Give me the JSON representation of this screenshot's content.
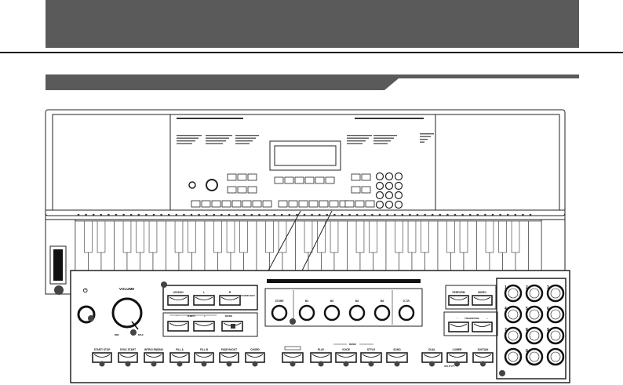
{
  "panel": {
    "volume_label": "VOLUME",
    "vol_min": "MIN",
    "vol_max": "MAX",
    "lesson_buttons": [
      "LESSON",
      "L",
      "R"
    ],
    "chord_dict": "CHORD DICT.",
    "tempo_label": "TEMPO",
    "tempo_minus": "−",
    "tempo_plus": "+",
    "mode_label": "MODE",
    "bottom_left": [
      "START/ STOP",
      "SYNC START",
      "INTRO/ ENDING",
      "FILL A",
      "FILL B",
      "FADE IN/OUT",
      "CHORD"
    ],
    "store": "STORE",
    "memory": [
      "M1",
      "M2",
      "M3",
      "M4"
    ],
    "otr": "O.T.R.",
    "play_row": [
      "",
      "PLAY",
      "VOICE",
      "STYLE",
      "SONG"
    ],
    "demo_label": "DEMO",
    "right_top": [
      "PERFORM",
      "MICRO"
    ],
    "transpose_label": "TRANSPOSE",
    "transpose_minus": "−",
    "transpose_plus": "+",
    "right_bottom": [
      "DUAL",
      "LOWER",
      "SUSTAIN"
    ],
    "split_pt": "SPLIT PT.",
    "numpad": [
      "1",
      "2",
      "3",
      "4",
      "5",
      "6",
      "7",
      "8",
      "9",
      "",
      "0",
      ""
    ]
  }
}
